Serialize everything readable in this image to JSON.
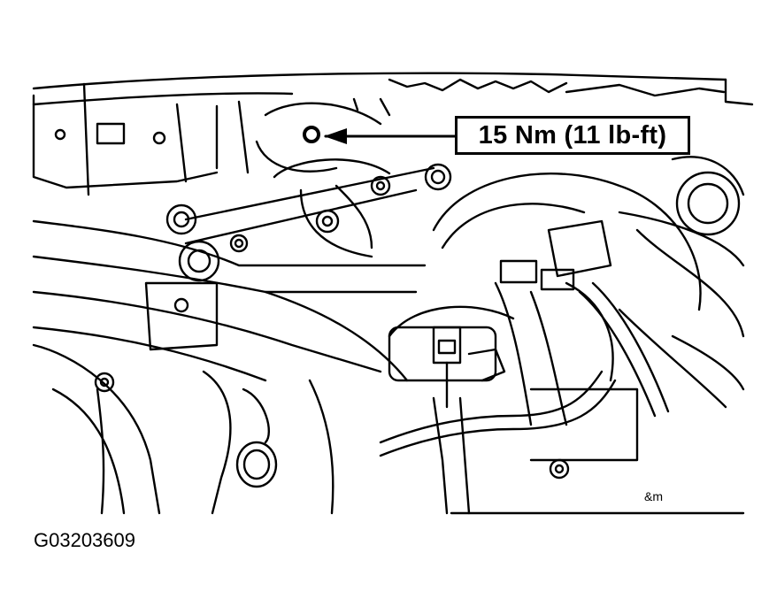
{
  "callout": {
    "torque_label": "15 Nm (11 lb-ft)"
  },
  "figure": {
    "id": "G03203609",
    "corner_mark": "&m"
  },
  "colors": {
    "line": "#000000",
    "background": "#ffffff"
  }
}
